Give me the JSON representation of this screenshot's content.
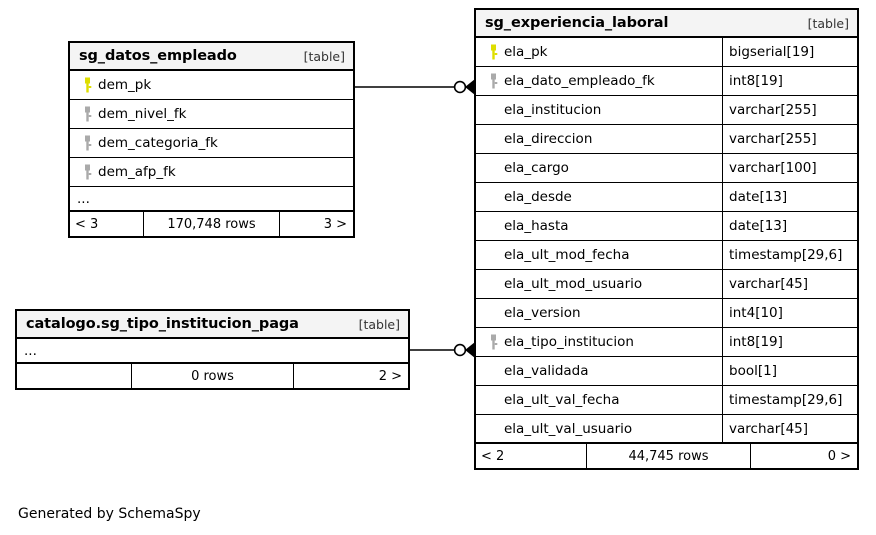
{
  "diagram": {
    "caption": "Generated by SchemaSpy",
    "table_tag": "[table]",
    "ellipsis": "...",
    "colors": {
      "pk_key": "#dede00",
      "fk_key": "#aaaaaa",
      "border": "#000000",
      "header_bg": "#f4f4f4",
      "background": "#ffffff"
    }
  },
  "tables": {
    "datos_empleado": {
      "title": "sg_datos_empleado",
      "tag": "[table]",
      "fields": [
        {
          "key": "pk",
          "name": "dem_pk"
        },
        {
          "key": "fk",
          "name": "dem_nivel_fk"
        },
        {
          "key": "fk",
          "name": "dem_categoria_fk"
        },
        {
          "key": "fk",
          "name": "dem_afp_fk"
        }
      ],
      "ellipsis": "...",
      "footer": {
        "prev": "< 3",
        "rows": "170,748 rows",
        "next": "3 >"
      }
    },
    "tipo_institucion_paga": {
      "title": "catalogo.sg_tipo_institucion_paga",
      "tag": "[table]",
      "fields": [],
      "ellipsis": "...",
      "footer": {
        "prev": "",
        "rows": "0 rows",
        "next": "2 >"
      }
    },
    "experiencia_laboral": {
      "title": "sg_experiencia_laboral",
      "tag": "[table]",
      "fields": [
        {
          "key": "pk",
          "name": "ela_pk",
          "type": "bigserial[19]"
        },
        {
          "key": "fk",
          "name": "ela_dato_empleado_fk",
          "type": "int8[19]"
        },
        {
          "key": "none",
          "name": "ela_institucion",
          "type": "varchar[255]"
        },
        {
          "key": "none",
          "name": "ela_direccion",
          "type": "varchar[255]"
        },
        {
          "key": "none",
          "name": "ela_cargo",
          "type": "varchar[100]"
        },
        {
          "key": "none",
          "name": "ela_desde",
          "type": "date[13]"
        },
        {
          "key": "none",
          "name": "ela_hasta",
          "type": "date[13]"
        },
        {
          "key": "none",
          "name": "ela_ult_mod_fecha",
          "type": "timestamp[29,6]"
        },
        {
          "key": "none",
          "name": "ela_ult_mod_usuario",
          "type": "varchar[45]"
        },
        {
          "key": "none",
          "name": "ela_version",
          "type": "int4[10]"
        },
        {
          "key": "fk",
          "name": "ela_tipo_institucion",
          "type": "int8[19]"
        },
        {
          "key": "none",
          "name": "ela_validada",
          "type": "bool[1]"
        },
        {
          "key": "none",
          "name": "ela_ult_val_fecha",
          "type": "timestamp[29,6]"
        },
        {
          "key": "none",
          "name": "ela_ult_val_usuario",
          "type": "varchar[45]"
        }
      ],
      "footer": {
        "prev": "< 2",
        "rows": "44,745 rows",
        "next": "0 >"
      }
    }
  },
  "relationships": [
    {
      "from": "sg_datos_empleado.dem_pk",
      "to": "sg_experiencia_laboral.ela_dato_empleado_fk"
    },
    {
      "from": "catalogo.sg_tipo_institucion_paga",
      "to": "sg_experiencia_laboral.ela_tipo_institucion"
    }
  ]
}
